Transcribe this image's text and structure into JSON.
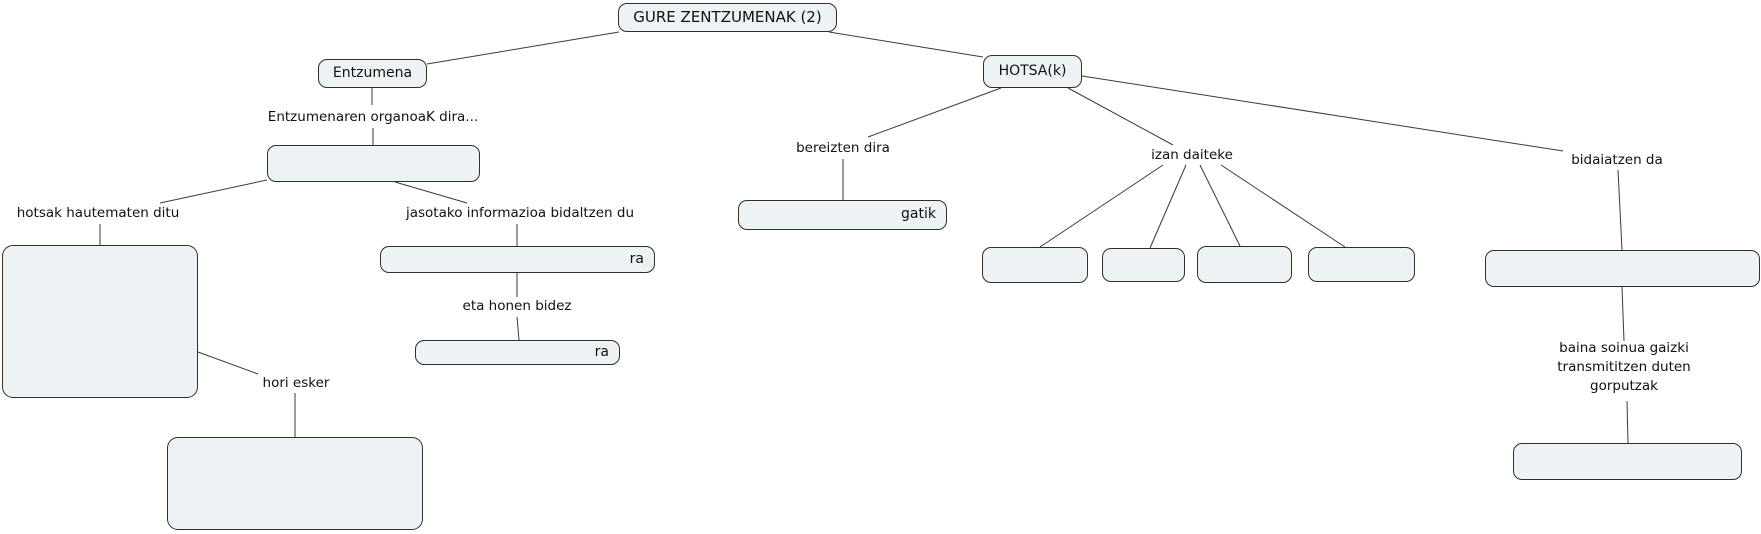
{
  "diagram": {
    "type": "concept-map",
    "language": "Basque",
    "colors": {
      "background": "#ffffff",
      "node_fill": "#edf2f5",
      "node_border": "#2e2e2e",
      "connector_line": "#3a3a3a",
      "text": "#111111"
    },
    "nodes": {
      "gure_zentzumenak": {
        "label": "GURE ZENTZUMENAK (2)"
      },
      "entzumena": {
        "label": "Entzumena"
      },
      "entzumen_organo_blank": {
        "label": ""
      },
      "hearing_organ_blank": {
        "label": ""
      },
      "ra_suffix_1": {
        "label": "ra"
      },
      "ra_suffix_2": {
        "label": "ra"
      },
      "hori_esker_blank": {
        "label": ""
      },
      "hotsa": {
        "label": "HOTSA(k)"
      },
      "gatik_suffix": {
        "label": "gatik"
      },
      "sound_type_blank_1": {
        "label": ""
      },
      "sound_type_blank_2": {
        "label": ""
      },
      "sound_type_blank_3": {
        "label": ""
      },
      "sound_type_blank_4": {
        "label": ""
      },
      "travel_medium_blank": {
        "label": ""
      },
      "bad_transmitter_blank": {
        "label": ""
      }
    },
    "linking_phrases": {
      "organoak_dira": "Entzumenaren organoaK dira...",
      "hotsak_hautematen": "hotsak hautematen ditu",
      "jasotako_informazioa": "jasotako informazioa bidaltzen du",
      "eta_honen_bidez": "eta honen bidez",
      "hori_esker": "hori esker",
      "bereizten_dira": "bereizten dira",
      "izan_daiteke": "izan daiteke",
      "bidaiatzen_da": "bidaiatzen da",
      "baina_soinua": "baina soinua gaizki\ntransmititzen duten\ngorputzak"
    }
  }
}
